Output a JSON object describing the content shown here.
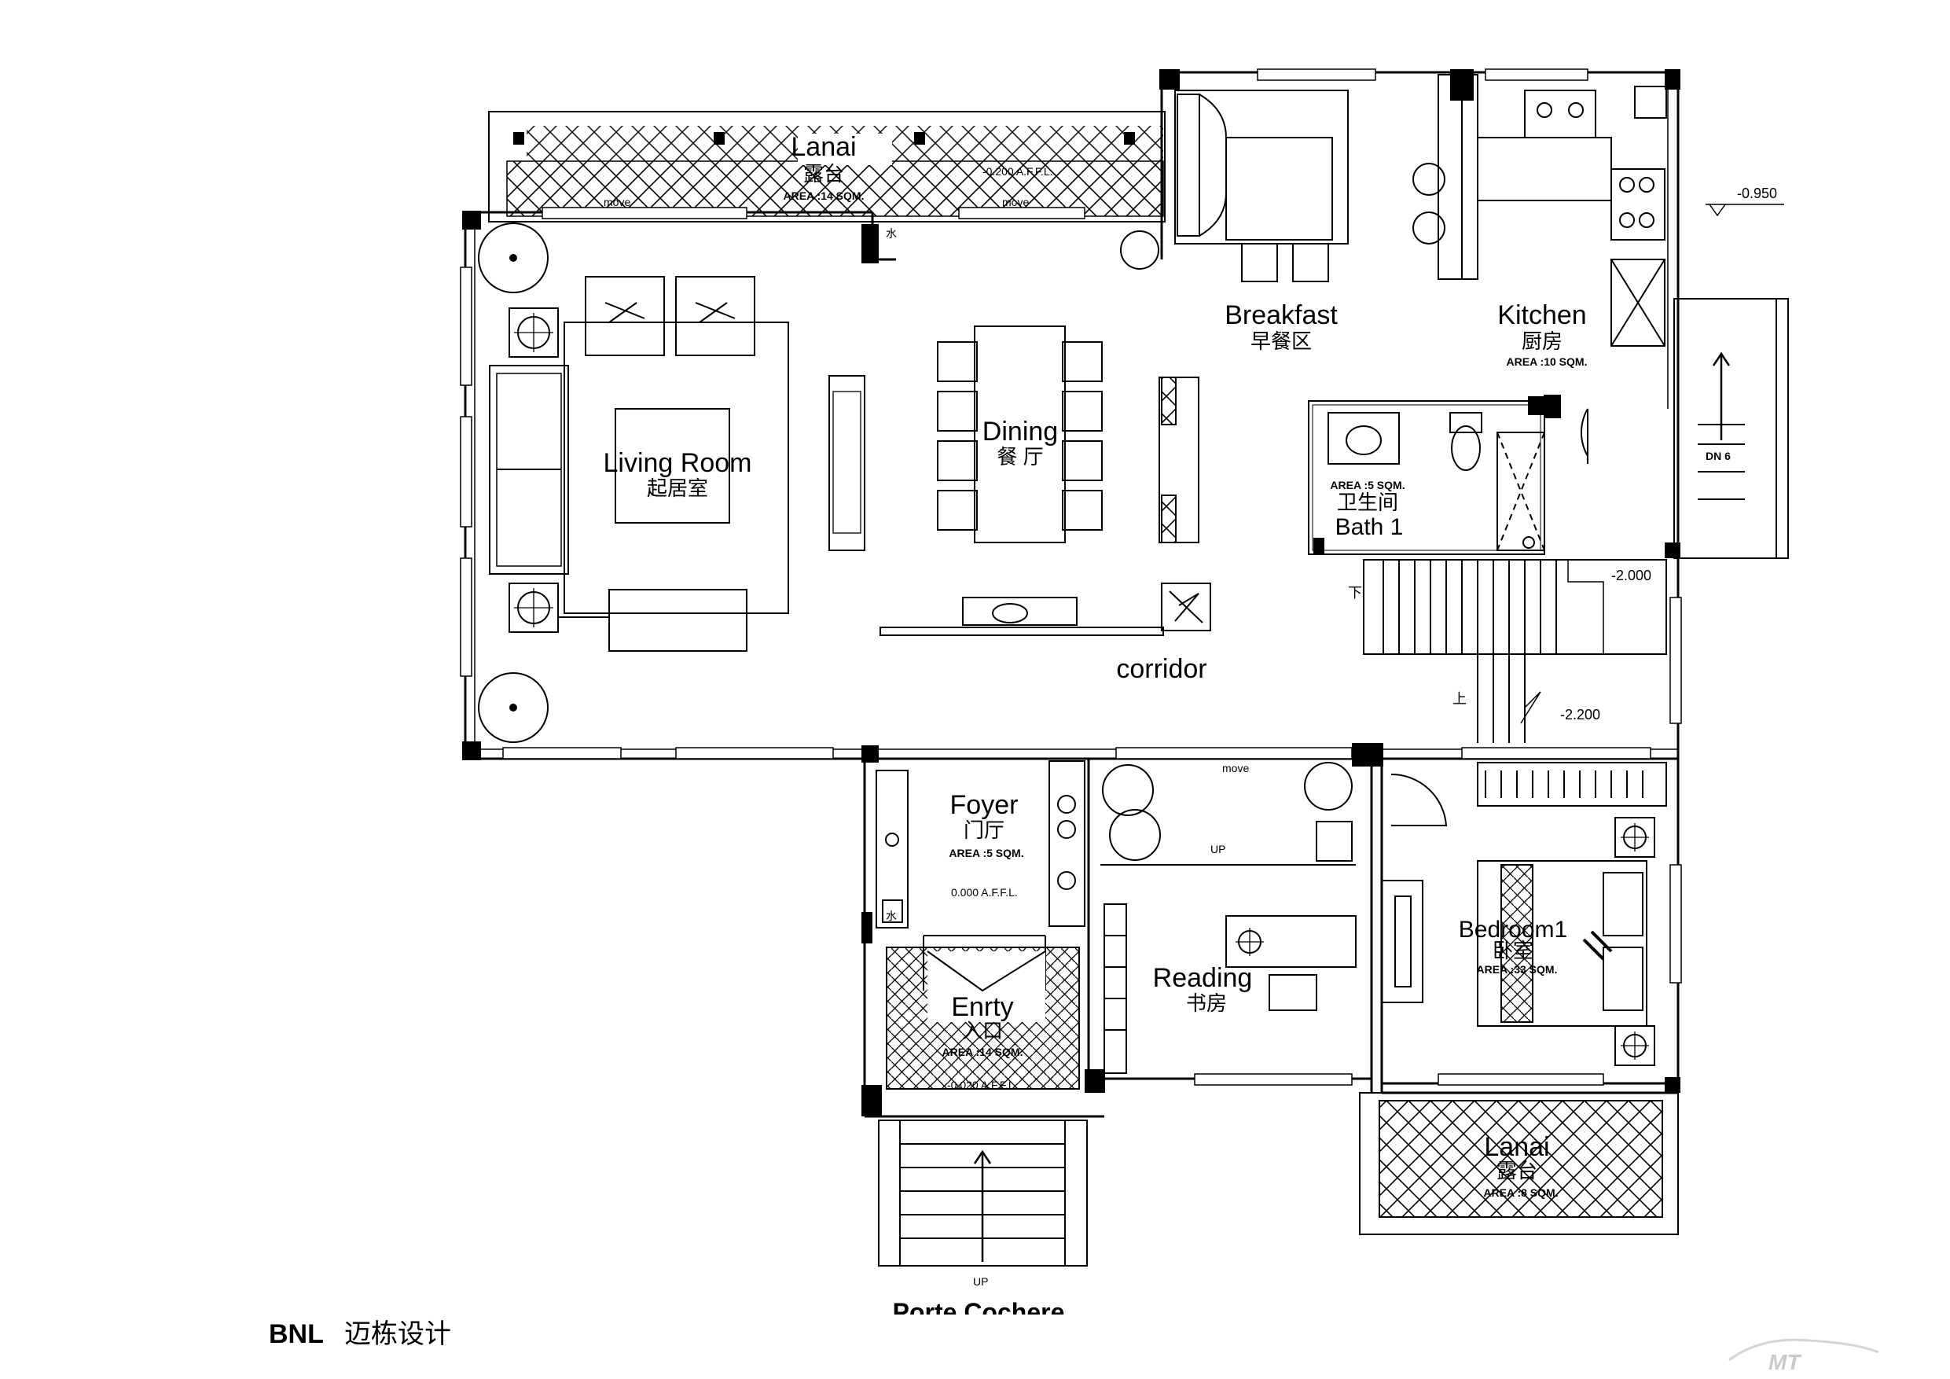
{
  "rooms": {
    "lanai_top": {
      "en": "Lanai",
      "cn": "露台",
      "area": "AREA :14 SQM."
    },
    "breakfast": {
      "en": "Breakfast",
      "cn": "早餐区"
    },
    "kitchen": {
      "en": "Kitchen",
      "cn": "厨房",
      "area": "AREA :10 SQM."
    },
    "living": {
      "en": "Living Room",
      "cn": "起居室"
    },
    "dining": {
      "en": "Dining",
      "cn": "餐 厅"
    },
    "bath1": {
      "en": "Bath 1",
      "cn": "卫生间",
      "area": "AREA :5 SQM."
    },
    "corridor": {
      "en": "corridor"
    },
    "foyer": {
      "en": "Foyer",
      "cn": "门厅",
      "area": "AREA :5 SQM.",
      "level": "0.000 A.F.F.L."
    },
    "reading": {
      "en": "Reading",
      "cn": "书房"
    },
    "bedroom1": {
      "en": "Bedroom1",
      "cn": "卧室",
      "area": "AREA :33 SQM."
    },
    "entry": {
      "en": "Enrty",
      "cn": "入口",
      "area": "AREA :14 SQM.",
      "level": "-0.020 A.F.F.L."
    },
    "lanai_bottom": {
      "en": "Lanai",
      "cn": "露台",
      "area": "AREA :8 SQM."
    },
    "porte": {
      "en": "Porte Cochere"
    }
  },
  "annotations": {
    "level_lanai": "-0.200 A.F.F.L.",
    "move": "move",
    "level_ext": "-0.950",
    "dn": "DN 6",
    "level_stair_upper": "-2.000",
    "level_stair_lower": "-2.200",
    "stair_down": "下",
    "stair_up": "上",
    "up": "UP",
    "water": "水"
  },
  "footer": {
    "brand": "BNL",
    "company": "迈栋设计"
  },
  "watermark": {
    "text": "MT"
  }
}
